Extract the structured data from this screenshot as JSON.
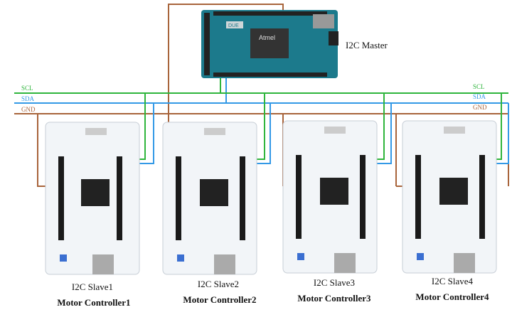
{
  "master": {
    "label": "I2C Master",
    "board_text": "DUE",
    "chip_text": "Atmel"
  },
  "bus": {
    "scl": "SCL",
    "sda": "SDA",
    "gnd": "GND"
  },
  "colors": {
    "scl": "#2fb53c",
    "sda": "#3399e6",
    "gnd": "#a8643b",
    "board": "#1c7a8c",
    "nucleo": "#f2f5f8"
  },
  "slaves": [
    {
      "name": "I2C Slave1",
      "controller": "Motor Controller1"
    },
    {
      "name": "I2C Slave2",
      "controller": "Motor Controller2"
    },
    {
      "name": "I2C Slave3",
      "controller": "Motor Controller3"
    },
    {
      "name": "I2C Slave4",
      "controller": "Motor Controller4"
    }
  ]
}
